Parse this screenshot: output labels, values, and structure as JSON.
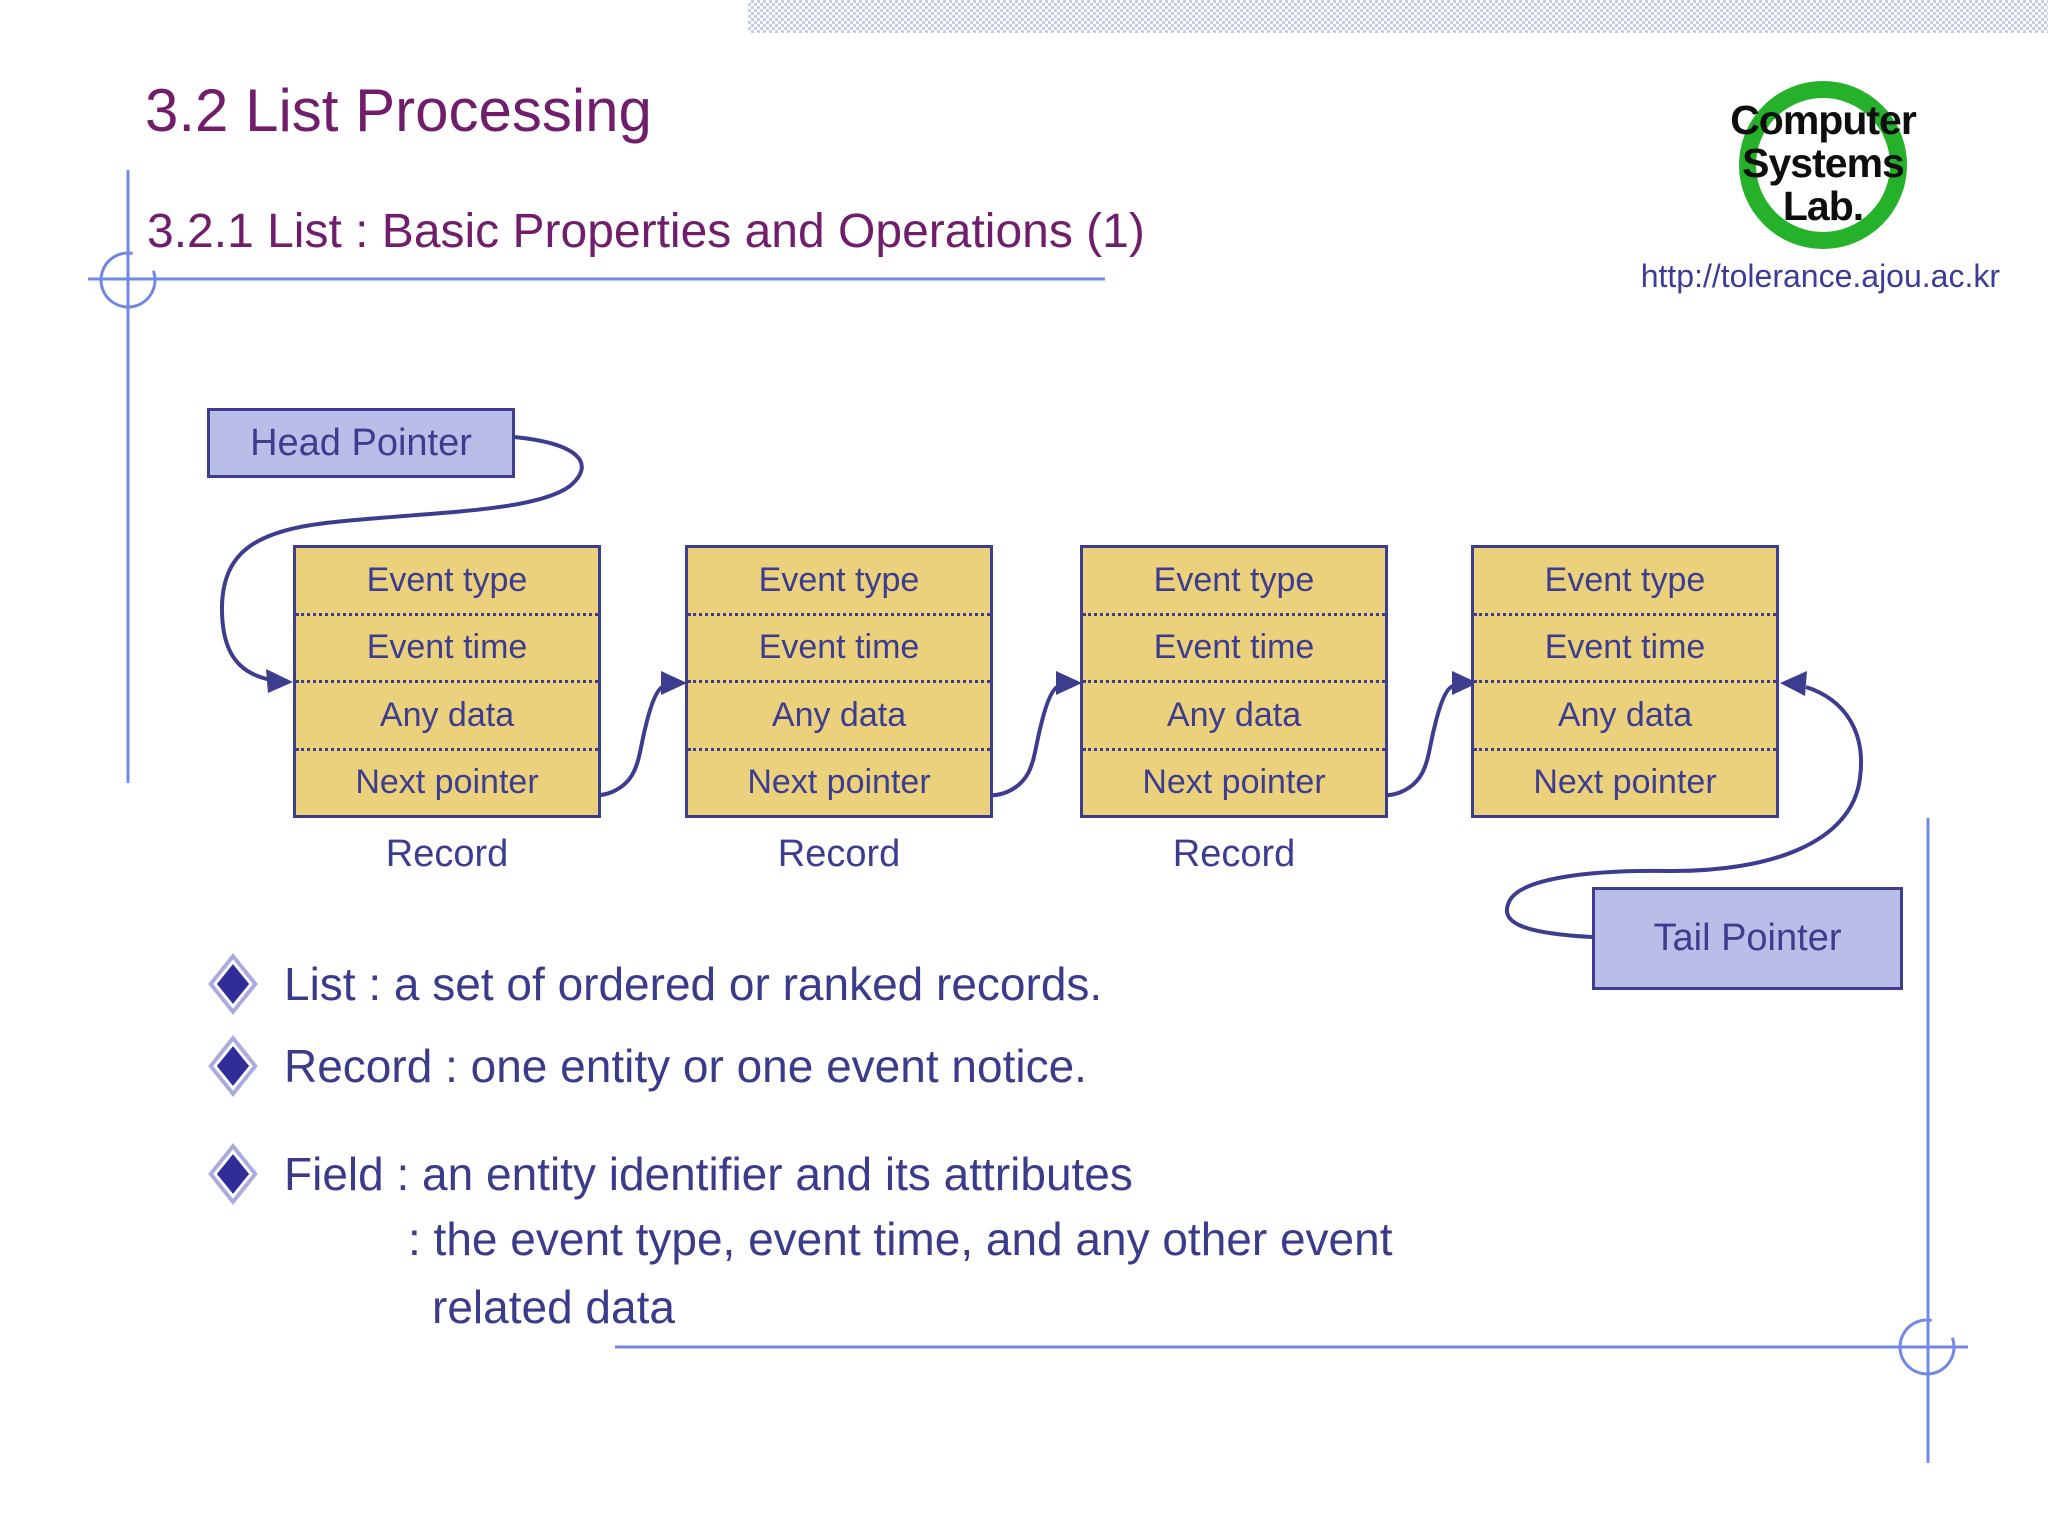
{
  "slide": {
    "title": "3.2 List Processing",
    "subtitle": "3.2.1 List : Basic Properties and Operations (1)",
    "url": "http://tolerance.ajou.ac.kr",
    "logo": {
      "lines": [
        "Computer",
        "Systems",
        "Lab."
      ]
    }
  },
  "diagram": {
    "head_pointer_label": "Head Pointer",
    "tail_pointer_label": "Tail Pointer",
    "records": [
      {
        "rows": [
          "Event type",
          "Event time",
          "Any data",
          "Next pointer"
        ],
        "label": "Record"
      },
      {
        "rows": [
          "Event type",
          "Event time",
          "Any data",
          "Next pointer"
        ],
        "label": "Record"
      },
      {
        "rows": [
          "Event type",
          "Event time",
          "Any data",
          "Next pointer"
        ],
        "label": "Record"
      },
      {
        "rows": [
          "Event type",
          "Event time",
          "Any data",
          "Next pointer"
        ]
      }
    ]
  },
  "bullets": [
    "List : a set of ordered or ranked records.",
    "Record : one entity or one event notice.",
    "Field : an entity identifier and its attributes"
  ],
  "continuations": [
    ": the event type, event time, and any other event",
    "related data"
  ],
  "colors": {
    "title_purple": "#701d6b",
    "text_indigo": "#3b3b8c",
    "record_fill": "#ebd17c",
    "pointer_fill": "#b9bee9",
    "decor_blue": "#7289e4",
    "logo_green": "#25b22a"
  }
}
